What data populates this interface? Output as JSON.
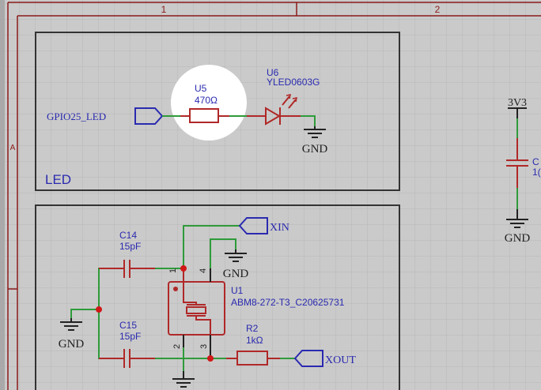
{
  "sheet": {
    "columns": [
      "1",
      "2"
    ],
    "rows": [
      "A"
    ],
    "frame_color": "#8b1a1a",
    "background": "#c9c9c9",
    "grid_color": "#b6b6b6"
  },
  "colors": {
    "wire": "#2e9b3a",
    "component": "#b02828",
    "label": "#2a2ab0",
    "net_port": "#2a2ab0",
    "ground": "#222222",
    "junction": "#d01818",
    "block_border": "#333333"
  },
  "blocks": [
    {
      "name": "LED",
      "label": "LED"
    },
    {
      "name": "crystal",
      "label": ""
    }
  ],
  "components": {
    "gpio_port": {
      "label": "GPIO25_LED"
    },
    "u5": {
      "designator": "U5",
      "value": "470Ω"
    },
    "u6": {
      "designator": "U6",
      "value": "YLED0603G"
    },
    "gnd_led": {
      "label": "GND"
    },
    "power_3v3": {
      "label": "3V3"
    },
    "cap_right": {
      "designator": "C",
      "value": "1("
    },
    "gnd_right": {
      "label": "GND"
    },
    "xin_port": {
      "label": "XIN"
    },
    "gnd_xtal_top": {
      "label": "GND"
    },
    "c14": {
      "designator": "C14",
      "value": "15pF"
    },
    "c15": {
      "designator": "C15",
      "value": "15pF"
    },
    "gnd_left": {
      "label": "GND"
    },
    "u1": {
      "designator": "U1",
      "value": "ABM8-272-T3_C20625731",
      "pins": [
        "1",
        "2",
        "3",
        "4"
      ]
    },
    "r2": {
      "designator": "R2",
      "value": "1kΩ"
    },
    "xout_port": {
      "label": "XOUT"
    }
  },
  "highlight": {
    "target": "U5",
    "shape": "circle",
    "color": "#ffffff"
  }
}
